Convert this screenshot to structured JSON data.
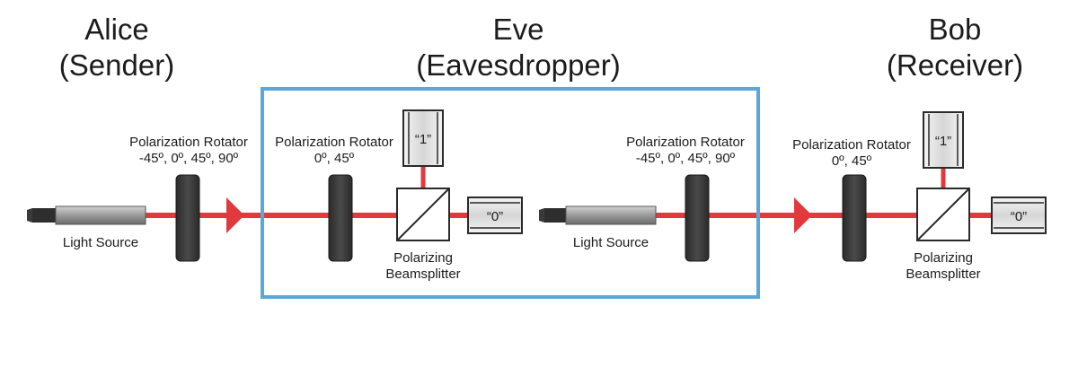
{
  "titles": {
    "alice_line1": "Alice",
    "alice_line2": "(Sender)",
    "eve_line1": "Eve",
    "eve_line2": "(Eavesdropper)",
    "bob_line1": "Bob",
    "bob_line2": "(Receiver)"
  },
  "alice": {
    "rotator_label_line1": "Polarization Rotator",
    "rotator_label_line2": "-45º, 0º, 45º, 90º",
    "light_source_label": "Light Source"
  },
  "eve": {
    "rotator1_label_line1": "Polarization Rotator",
    "rotator1_label_line2": "0º, 45º",
    "detector_one": "“1”",
    "detector_zero": "“0”",
    "beamsplitter_line1": "Polarizing",
    "beamsplitter_line2": "Beamsplitter",
    "light_source_label": "Light Source",
    "rotator2_label_line1": "Polarization Rotator",
    "rotator2_label_line2": "-45º, 0º, 45º, 90º"
  },
  "bob": {
    "rotator_label_line1": "Polarization Rotator",
    "rotator_label_line2": "0º, 45º",
    "detector_one": "“1”",
    "detector_zero": "“0”",
    "beamsplitter_line1": "Polarizing",
    "beamsplitter_line2": "Beamsplitter"
  },
  "colors": {
    "beam": "#e03a3e",
    "eve_box": "#5aa8d8",
    "rotator": "#3a3a3a",
    "light_source": "#9a9a9a",
    "text": "#1c1c1c"
  }
}
